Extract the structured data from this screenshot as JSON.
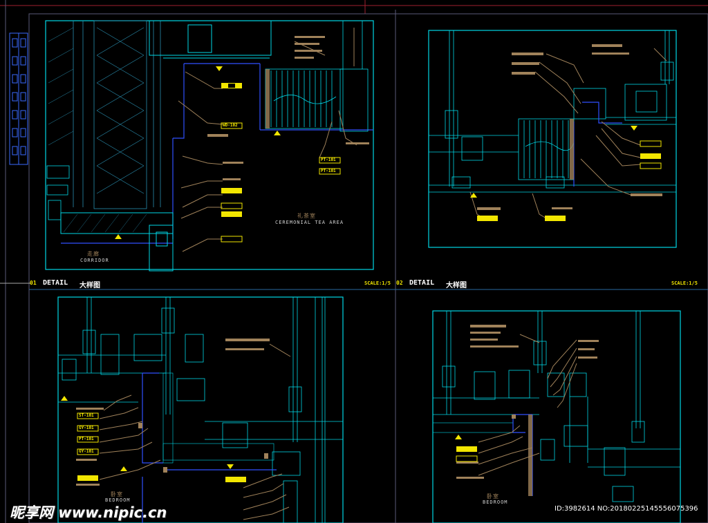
{
  "page": {
    "background": "#000000"
  },
  "colors": {
    "frame": "#2a8fb0",
    "cyan": "#00d7e6",
    "yellow": "#f2e600",
    "brown": "#a0825a",
    "blue": "#3050ff",
    "grey": "#5a5a78"
  },
  "panels": [
    {
      "id": "tl",
      "room_cn": "走廊",
      "room_en": "CORRIDOR",
      "area_cn": "礼茶室",
      "area_en": "CEREMONIAL TEA AREA"
    },
    {
      "id": "tr"
    },
    {
      "id": "bl",
      "room_cn": "卧室",
      "room_en": "BEDROOM"
    },
    {
      "id": "br",
      "room_cn": "卧室",
      "room_en": "BEDROOM"
    }
  ],
  "title_bars": [
    {
      "number": "01",
      "title": "DETAIL",
      "subtitle": "大样图",
      "scale": "SCALE:1/5"
    },
    {
      "number": "02",
      "title": "DETAIL",
      "subtitle": "大样图",
      "scale": "SCALE:1/5"
    }
  ],
  "tags": [
    "PT-101",
    "PT-101",
    "WD-102",
    "ST-101",
    "GY-101",
    "PT-101",
    "GY-101"
  ],
  "watermark": {
    "logo": "昵享网 www.nipic.cn",
    "id_text": "ID:3982614 NO:20180225145556075396"
  }
}
